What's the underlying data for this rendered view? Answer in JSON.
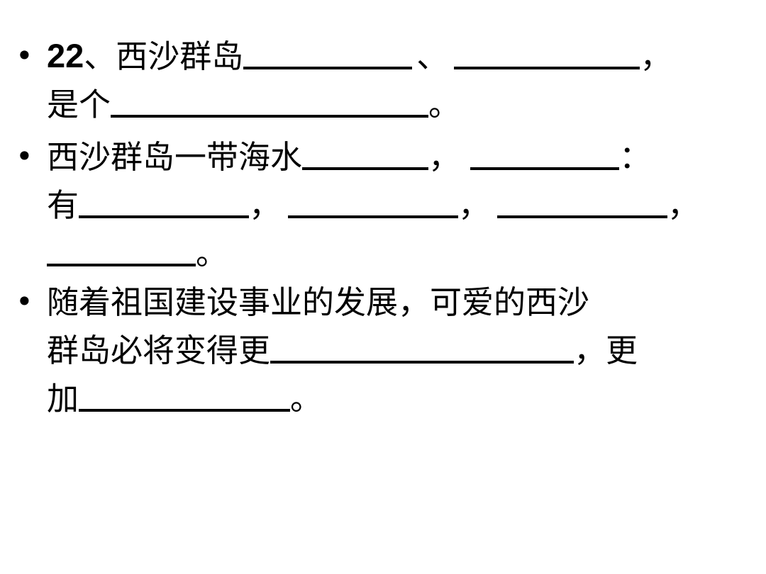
{
  "items": [
    {
      "number": "22",
      "lines": [
        {
          "a": "、西沙群岛",
          "b": "、",
          "c": "，"
        },
        {
          "a": "是个",
          "b": "。"
        }
      ]
    },
    {
      "lines": [
        {
          "a": "西沙群岛一带海水",
          "b": "，",
          "c": "："
        },
        {
          "a": "有",
          "b": "，",
          "c": "，",
          "d": "，"
        },
        {
          "b": "。"
        }
      ]
    },
    {
      "lines": [
        {
          "a": "随着祖国建设事业的发展，可爱的西沙"
        },
        {
          "a": "群岛必将变得更",
          "b": "，更"
        },
        {
          "a": "加",
          "b": "。"
        }
      ]
    }
  ],
  "bullet_glyph": "•"
}
